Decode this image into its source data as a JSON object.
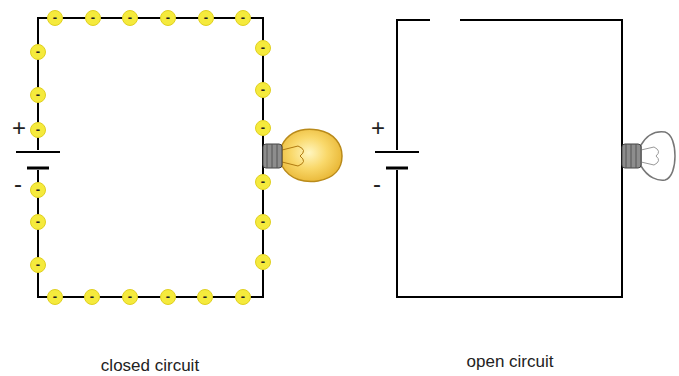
{
  "diagram": {
    "nodes": [
      {
        "text": [
          "-"
        ]
      },
      {
        "text": [
          "-"
        ]
      },
      {
        "text": [
          "-"
        ]
      },
      {
        "text": [
          "-"
        ]
      },
      {
        "text": [
          "-"
        ]
      },
      {
        "text": [
          "-"
        ]
      },
      {
        "text": [
          "-"
        ]
      },
      {
        "text": [
          "-"
        ]
      },
      {
        "text": [
          "-"
        ]
      },
      {
        "text": [
          "-"
        ]
      },
      {
        "text": [
          "-"
        ]
      },
      {
        "text": [
          "-"
        ]
      },
      {
        "text": [
          "-"
        ]
      },
      {
        "text": [
          "-"
        ]
      },
      {
        "text": [
          "-"
        ]
      },
      {
        "text": [
          "-"
        ]
      },
      {
        "text": [
          "-"
        ]
      },
      {
        "text": [
          "-"
        ]
      },
      {
        "text": [
          "-"
        ]
      },
      {
        "text": [
          "-"
        ]
      },
      {
        "text": [
          "-"
        ]
      },
      {
        "text": [
          "-"
        ]
      },
      {
        "text": [
          "-"
        ]
      },
      {
        "text": [
          "-"
        ]
      }
    ],
    "labels": [
      "+",
      "-",
      "+",
      "-",
      "closed circuit",
      "open circuit"
    ]
  }
}
